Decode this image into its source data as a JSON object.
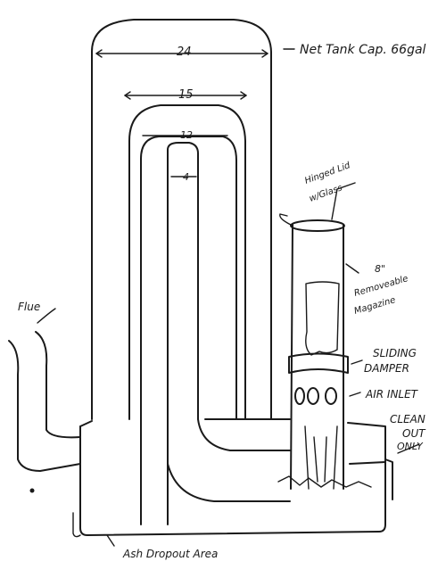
{
  "diagram": {
    "labels": {
      "tank_capacity": "Net Tank Cap. 66gal",
      "hinged_lid": "Hinged Lid",
      "lid_glass": "w/Glass",
      "magazine_size": "8\"",
      "magazine_line1": "Removeable",
      "magazine_line2": "Magazine",
      "damper_line1": "SLIDING",
      "damper_line2": "DAMPER",
      "air_inlet": "AIR INLET",
      "clean_out_line1": "CLEAN",
      "clean_out_line2": "OUT",
      "clean_out_line3": "ONLY",
      "flue": "Flue",
      "ash_dropout": "Ash Dropout Area"
    },
    "dimensions": {
      "outer_width": "24",
      "middle_width": "15",
      "inner_width": "12",
      "core_width": "4"
    }
  }
}
